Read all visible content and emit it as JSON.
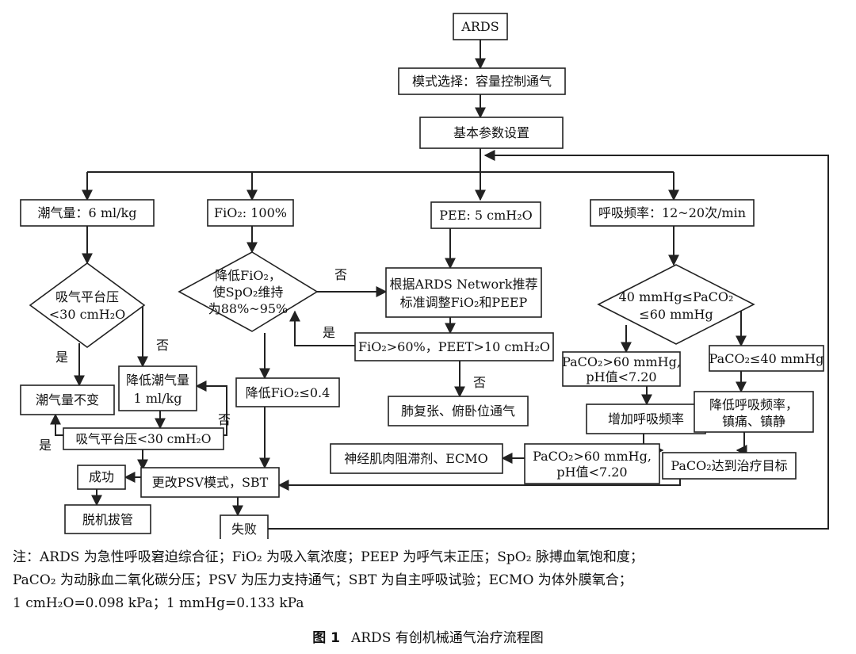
{
  "nodes": {
    "ards": "ARDS",
    "mode_select": "模式选择：容量控制通气",
    "basic_params": "基本参数设置",
    "tidal_volume": "潮气量：6 ml/kg",
    "fio2_100": "FiO₂: 100%",
    "peep_5": "PEE: 5 cmH₂O",
    "resp_rate": "呼吸频率：12~20次/min",
    "plateau_check_1": [
      "吸气平台压",
      "<30 cmH₂O"
    ],
    "lower_fio2_check": [
      "降低FiO₂，",
      "使SpO₂维持",
      "为88%~95%"
    ],
    "ardsnet_adjust": [
      "根据ARDS Network推荐",
      "标准调整FiO₂和PEEP"
    ],
    "paco2_range": [
      "40 mmHg≤PaCO₂",
      "≤60 mmHg"
    ],
    "tidal_unchanged": "潮气量不变",
    "lower_tidal": [
      "降低潮气量",
      "1 ml/kg"
    ],
    "plateau_check_2": "吸气平台压<30 cmH₂O",
    "lower_fio2_04": "降低FiO₂≤0.4",
    "fio2_peep_high": "FiO₂>60%，PEET>10 cmH₂O",
    "recruitment_prone": "肺复张、俯卧位通气",
    "paco2_high_ph_low": [
      "PaCO₂>60 mmHg,",
      "pH值<7.20"
    ],
    "paco2_low": "PaCO₂≤40 mmHg",
    "increase_rate": "增加呼吸频率",
    "lower_rate_sedation": [
      "降低呼吸频率，",
      "镇痛、镇静"
    ],
    "nm_block_ecmo": "神经肌肉阻滞剂、ECMO",
    "paco2_high_ph_low_2": [
      "PaCO₂>60 mmHg,",
      "pH值<7.20"
    ],
    "paco2_target": "PaCO₂达到治疗目标",
    "success": "成功",
    "psv_sbt": "更改PSV模式，SBT",
    "extubation": "脱机拔管",
    "failure": "失败"
  },
  "edge_labels": {
    "yes": "是",
    "no": "否"
  },
  "notes": [
    "注：ARDS 为急性呼吸窘迫综合征；FiO₂ 为吸入氧浓度；PEEP 为呼气末正压；SpO₂ 脉搏血氧饱和度；",
    "PaCO₂ 为动脉血二氧化碳分压；PSV 为压力支持通气；SBT 为自主呼吸试验；ECMO 为体外膜氧合；",
    "1 cmH₂O=0.098 kPa；1 mmHg=0.133 kPa"
  ],
  "caption": {
    "figure_no": "图 1",
    "title": "ARDS 有创机械通气治疗流程图"
  }
}
